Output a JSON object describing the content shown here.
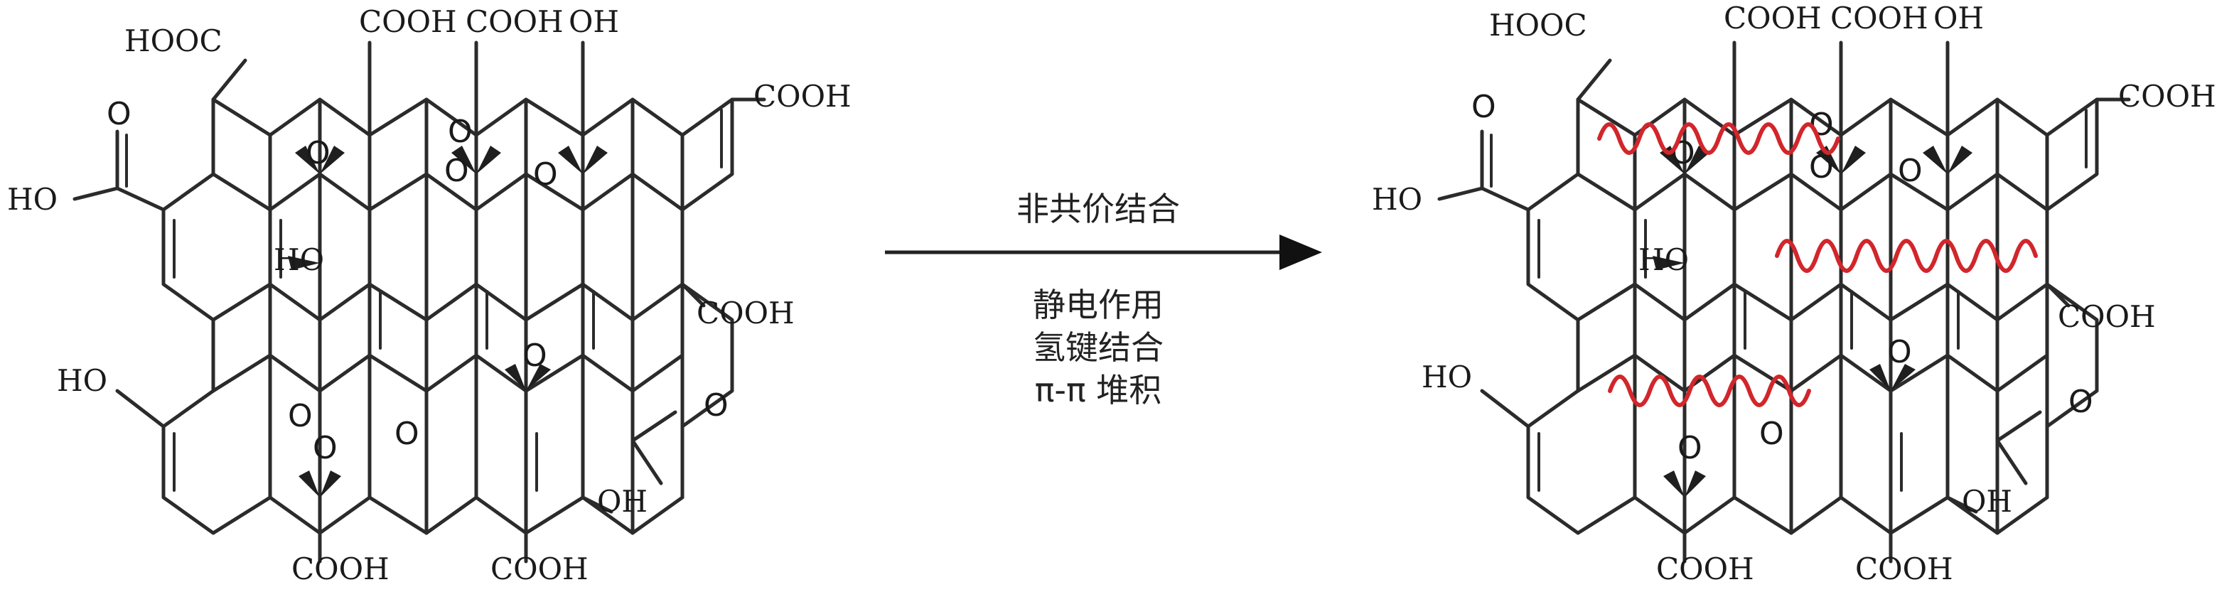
{
  "reaction": {
    "above_arrow": "非共价结合",
    "below_arrow": [
      "静电作用",
      "氢键结合",
      "π-π 堆积"
    ]
  },
  "molecule_labels": {
    "hooc": "HOOC",
    "cooh": "COOH",
    "oh": "OH",
    "ho": "HO",
    "o": "O"
  },
  "colors": {
    "bond": "#2b2b2b",
    "interaction_wave": "#d1262b"
  }
}
